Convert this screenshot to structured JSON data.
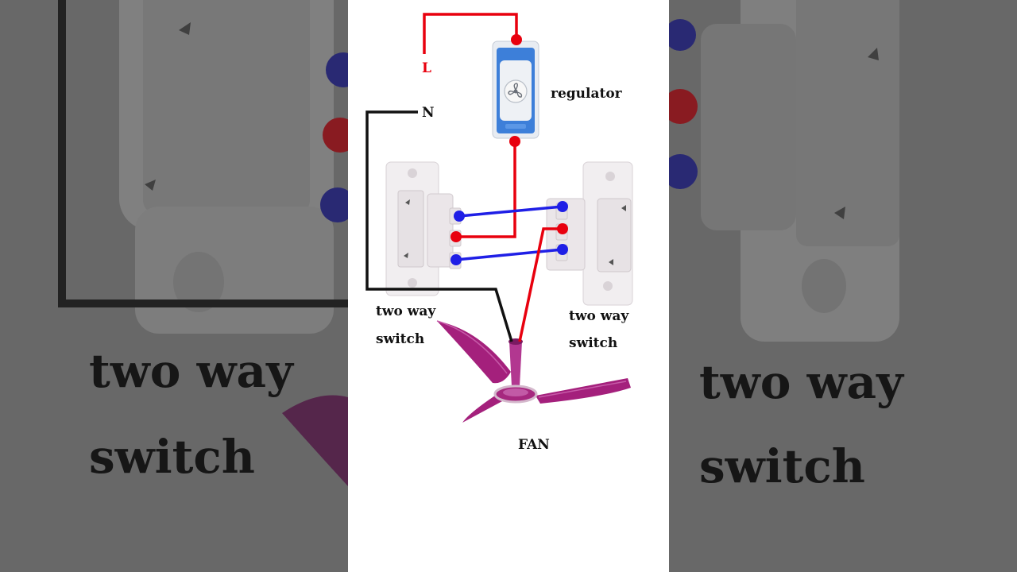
{
  "labels": {
    "live": "L",
    "neutral": "N",
    "regulator": "regulator",
    "switch_left": [
      "two way",
      "switch"
    ],
    "switch_right": [
      "two way",
      "switch"
    ],
    "fan": "FAN"
  },
  "background": {
    "left_label": [
      "two way",
      "switch"
    ],
    "right_label": [
      "two way",
      "switch"
    ]
  },
  "colors": {
    "live_wire": "#e8000e",
    "neutral_wire": "#111111",
    "traveler_wire": "#1f1fe6",
    "regulator_body": "#3d7fd9",
    "fan_blade": "#a4207c"
  },
  "icons": [
    "fan-icon"
  ]
}
